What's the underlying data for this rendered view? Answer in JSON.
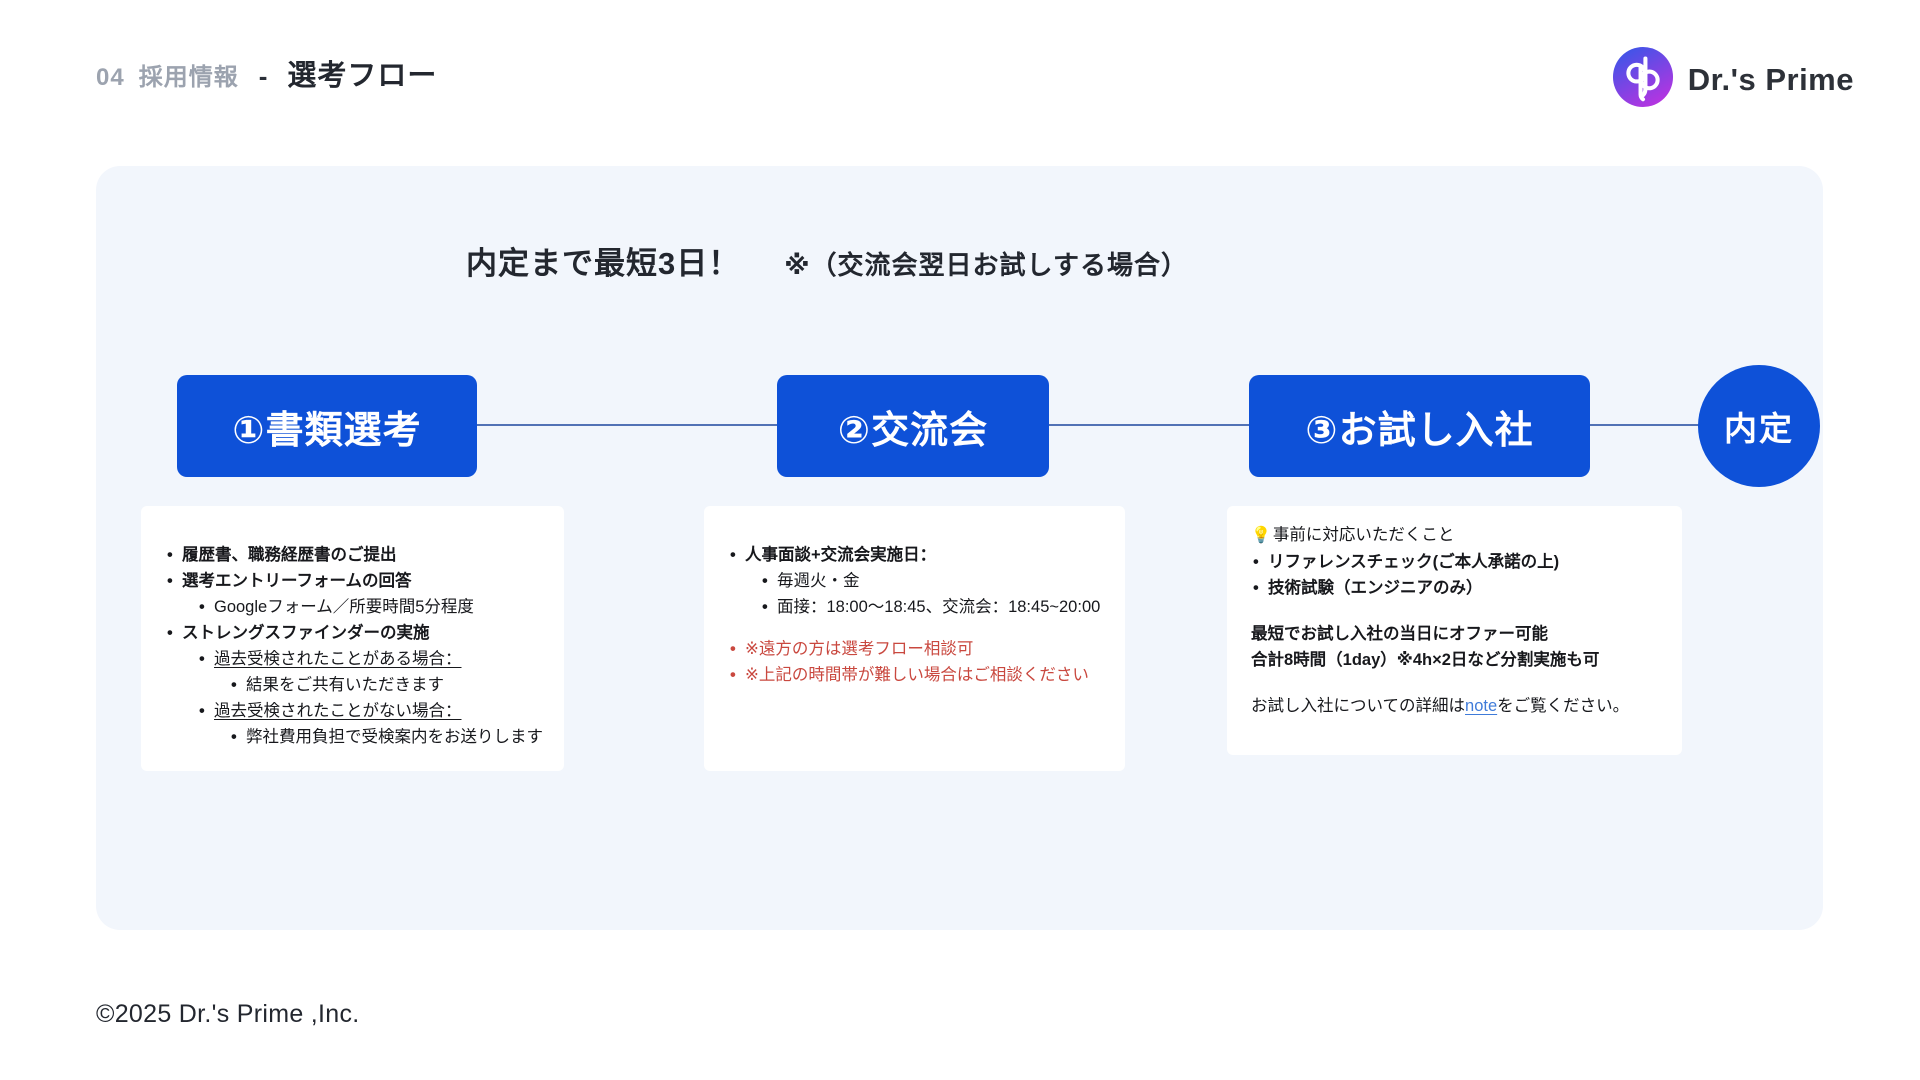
{
  "header": {
    "section_number": "04",
    "section_label": "採用情報",
    "separator": "-",
    "title": "選考フロー"
  },
  "brand": {
    "name": "Dr.'s Prime",
    "logo_icon": "dp-monogram"
  },
  "hero": {
    "title": "内定まで最短3日！",
    "note": "※（交流会翌日お試しする場合）"
  },
  "flow": {
    "steps": [
      "①書類選考",
      "②交流会",
      "③お試し入社"
    ],
    "goal": "内定"
  },
  "cards": {
    "documents": {
      "b1": "履歴書、職務経歴書のご提出",
      "b2": "選考エントリーフォームの回答",
      "b2_1": "Googleフォーム／所要時間5分程度",
      "b3": "ストレングスファインダーの実施",
      "b3_1": "過去受検されたことがある場合：",
      "b3_1_1": "結果をご共有いただきます",
      "b3_2": "過去受検されたことがない場合：",
      "b3_2_1": "弊社費用負担で受検案内をお送りします"
    },
    "meetup": {
      "b1": "人事面談+交流会実施日：",
      "b1_1": "毎週火・金",
      "b1_2": "面接：18:00〜18:45、交流会：18:45~20:00",
      "r1": "※遠方の方は選考フロー相談可",
      "r2": "※上記の時間帯が難しい場合はご相談ください"
    },
    "trial": {
      "heading_icon": "💡",
      "heading": "事前に対応いただくこと",
      "b1": "リファレンスチェック(ご本人承諾の上)",
      "b2": "技術試験（エンジニアのみ）",
      "p1": "最短でお試し入社の当日にオファー可能",
      "p2": "合計8時間（1day）※4h×2日など分割実施も可",
      "link_prefix": "お試し入社についての詳細は",
      "link_text": "note",
      "link_suffix": "をご覧ください。"
    }
  },
  "footer": {
    "copyright": "©2025 Dr.'s Prime ,Inc."
  },
  "colors": {
    "accent_blue": "#0e51d8",
    "panel_bg": "#f2f6fc",
    "alert_red": "#c9483f",
    "link_blue": "#3f7bd9",
    "connector": "#5272b5"
  }
}
